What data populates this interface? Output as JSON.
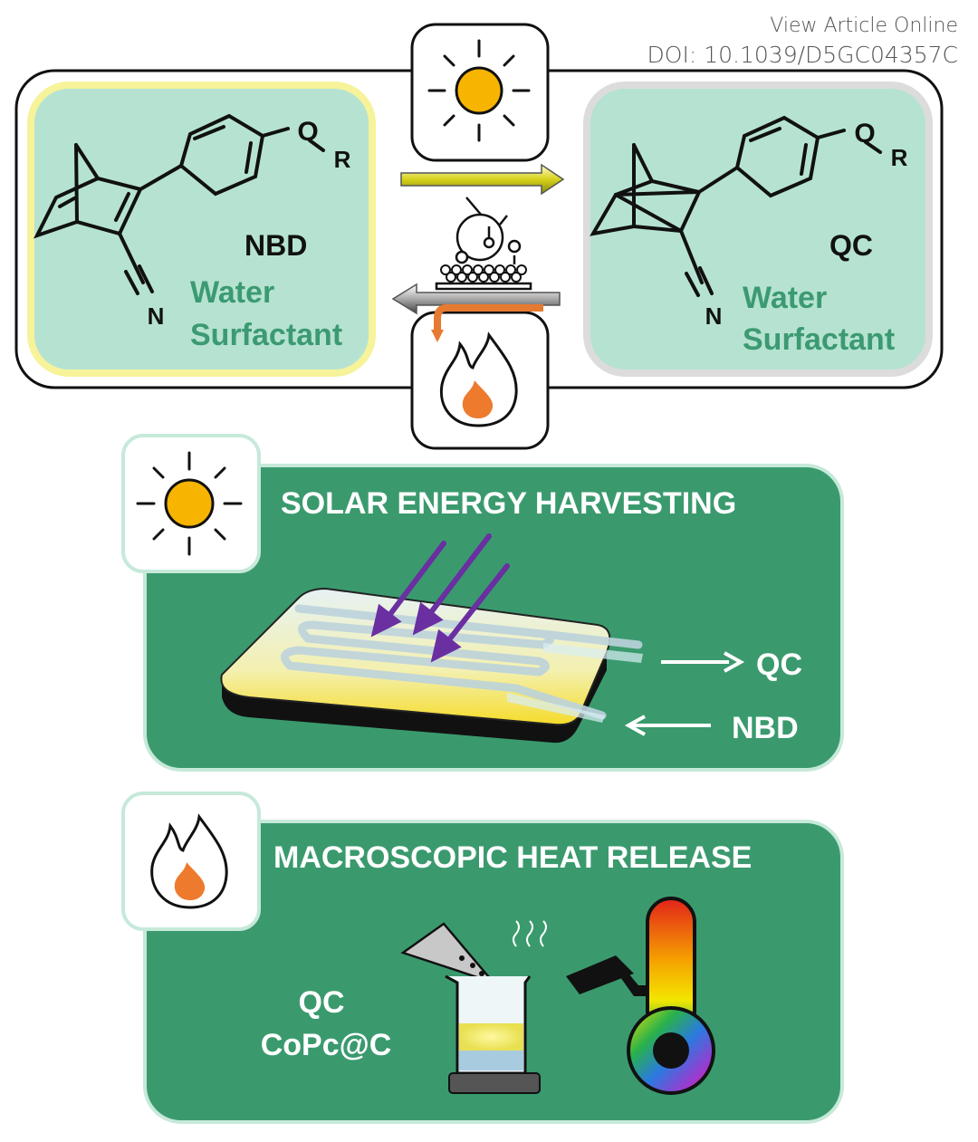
{
  "header": {
    "view_article": "View Article Online",
    "doi": "DOI: 10.1039/D5GC04357C"
  },
  "reaction": {
    "left": {
      "label": "NBD",
      "medium_line1": "Water",
      "medium_line2": "Surfactant",
      "atom_o": "O",
      "atom_r": "R",
      "atom_n": "N"
    },
    "right": {
      "label": "QC",
      "medium_line1": "Water",
      "medium_line2": "Surfactant",
      "atom_o": "O",
      "atom_r": "R",
      "atom_n": "N"
    }
  },
  "panel_solar": {
    "title": "SOLAR ENERGY HARVESTING",
    "out_label": "QC",
    "in_label": "NBD"
  },
  "panel_heat": {
    "title": "MACROSCOPIC HEAT RELEASE",
    "reagent_line1": "QC",
    "reagent_line2": "CoPc@C"
  },
  "colors": {
    "panel_green": "#3a9a6e",
    "mint": "#b6e3d1",
    "text_green": "#3c9a72",
    "sun": "#f7b400",
    "flame": "#ee7a2e",
    "arrow_purple": "#6a2fa0"
  }
}
